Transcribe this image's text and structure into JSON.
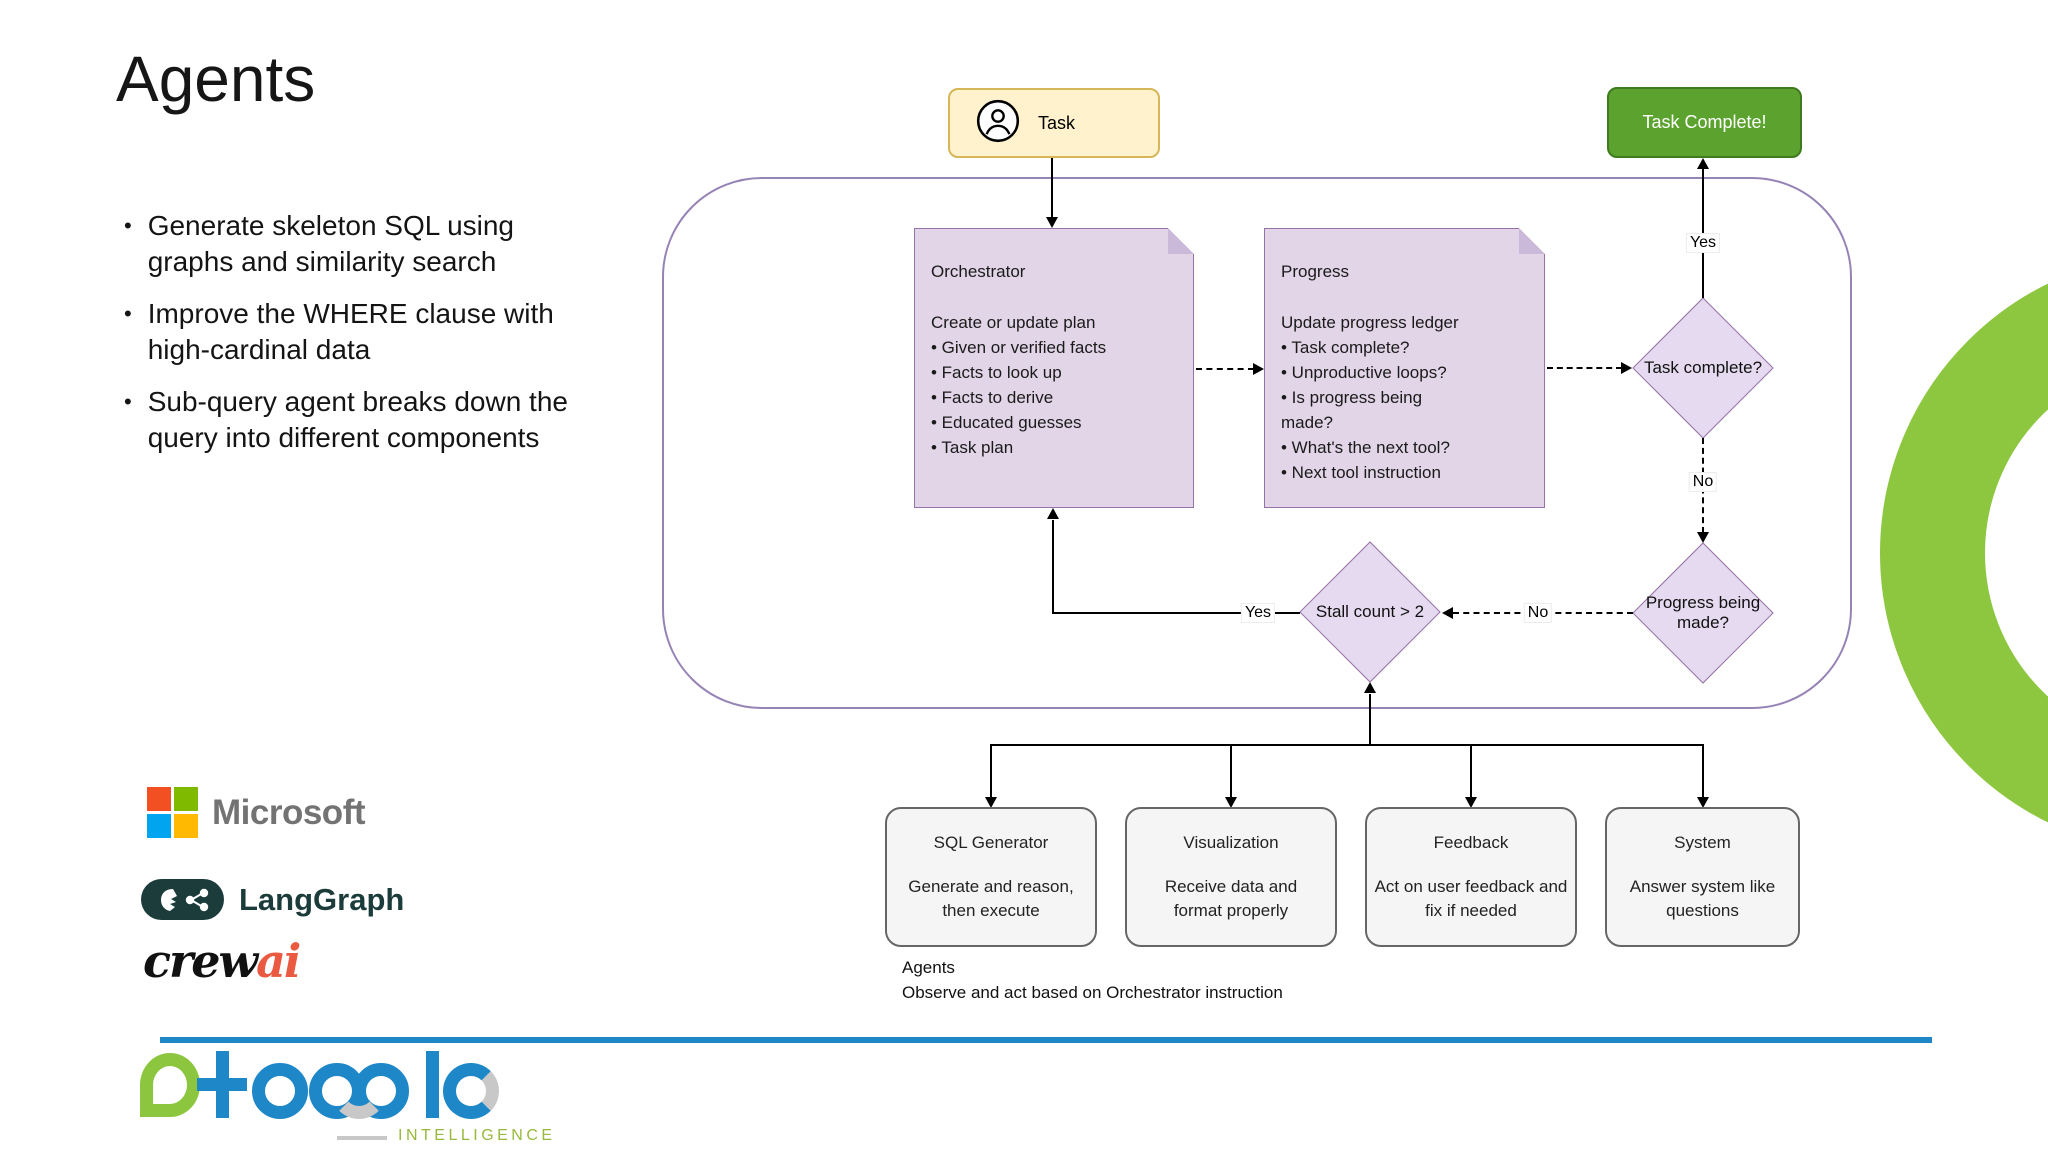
{
  "slide": {
    "title": "Agents",
    "bullets": [
      "Generate skeleton SQL using graphs and similarity search",
      "Improve the WHERE clause with high-cardinal data",
      "Sub-query agent breaks down the query into different components"
    ]
  },
  "flow": {
    "task": {
      "label": "Task"
    },
    "task_complete": {
      "label": "Task Complete!"
    },
    "orchestrator": {
      "title": "Orchestrator",
      "lines": [
        "Create or update plan",
        "• Given or verified facts",
        "• Facts to look up",
        "• Facts to derive",
        "• Educated guesses",
        "• Task plan"
      ]
    },
    "progress": {
      "title": "Progress",
      "lines": [
        "Update progress ledger",
        "• Task complete?",
        "• Unproductive loops?",
        "• Is progress being",
        "made?",
        "• What's the next tool?",
        "• Next tool instruction"
      ]
    },
    "decisions": {
      "task_complete_q": "Task complete?",
      "progress_q": "Progress being made?",
      "stall_q": "Stall count > 2"
    },
    "edge_labels": {
      "yes_to_complete": "Yes",
      "no_to_progress_check": "No",
      "no_to_stall": "No",
      "yes_to_orchestrator": "Yes"
    },
    "agents": [
      {
        "title": "SQL Generator",
        "desc": "Generate and reason, then execute"
      },
      {
        "title": "Visualization",
        "desc": "Receive data and format properly"
      },
      {
        "title": "Feedback",
        "desc": "Act on user feedback and fix if needed"
      },
      {
        "title": "System",
        "desc": "Answer system like questions"
      }
    ],
    "agents_caption": {
      "line1": "Agents",
      "line2": "Observe and act based on Orchestrator instruction"
    }
  },
  "logos": {
    "microsoft": {
      "label": "Microsoft"
    },
    "langgraph": {
      "label": "LangGraph"
    },
    "crewai": {
      "part1": "crew",
      "part2": "ai"
    },
    "atomic": {
      "tagline": "INTELLIGENCE"
    }
  },
  "colors": {
    "task_fill": "#FFF2CC",
    "task_border": "#D6B656",
    "note_fill": "#E1D5E7",
    "note_border": "#9673A6",
    "complete_fill": "#5BA32E",
    "complete_border": "#3F7A1E",
    "agent_fill": "#F5F5F5",
    "agent_border": "#666666",
    "container_border": "#9683B5",
    "green_ring": "#8DC63F",
    "blue_rule": "#1E87C8",
    "ms_red": "#F25022",
    "ms_green": "#7FBA00",
    "ms_blue": "#00A4EF",
    "ms_yellow": "#FFB900",
    "ms_gray": "#737373",
    "langgraph_teal": "#1C3C3C",
    "crewai_accent": "#EA5A41",
    "atomic_green": "#8CC63E",
    "atomic_blue": "#1E87C8",
    "atomic_gray": "#C8C8C8"
  }
}
